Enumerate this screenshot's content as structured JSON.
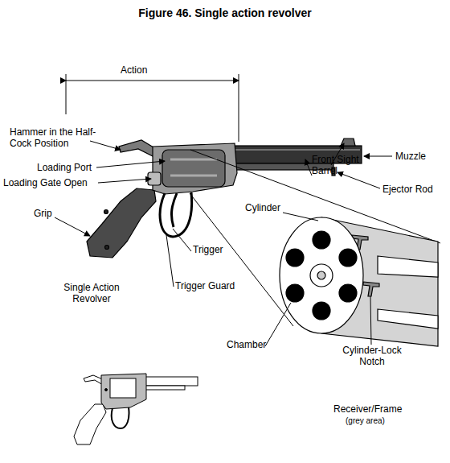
{
  "diagram": {
    "title": "Figure 46. Single action revolver",
    "labels": [
      "Action",
      "Hammer in the Half-Cock Position",
      "Loading Port",
      "Loading Gate Open",
      "Grip",
      "Single Action Revolver",
      "Trigger",
      "Trigger Guard",
      "Front Sight",
      "Barrel",
      "Muzzle",
      "Ejector Rod",
      "Cylinder",
      "Chamber",
      "Cylinder-Lock Notch",
      "Receiver/Frame",
      "(grey area)"
    ]
  }
}
